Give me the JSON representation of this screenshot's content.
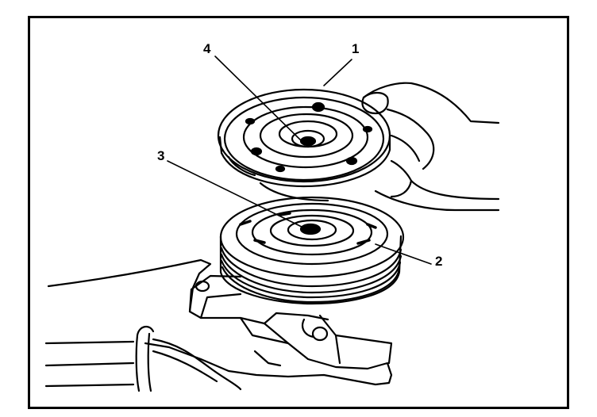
{
  "figure": {
    "callouts": [
      {
        "id": "callout-1",
        "label": "1"
      },
      {
        "id": "callout-2",
        "label": "2"
      },
      {
        "id": "callout-3",
        "label": "3"
      },
      {
        "id": "callout-4",
        "label": "4"
      }
    ],
    "colors": {
      "ink": "#000000",
      "paper": "#ffffff"
    }
  }
}
